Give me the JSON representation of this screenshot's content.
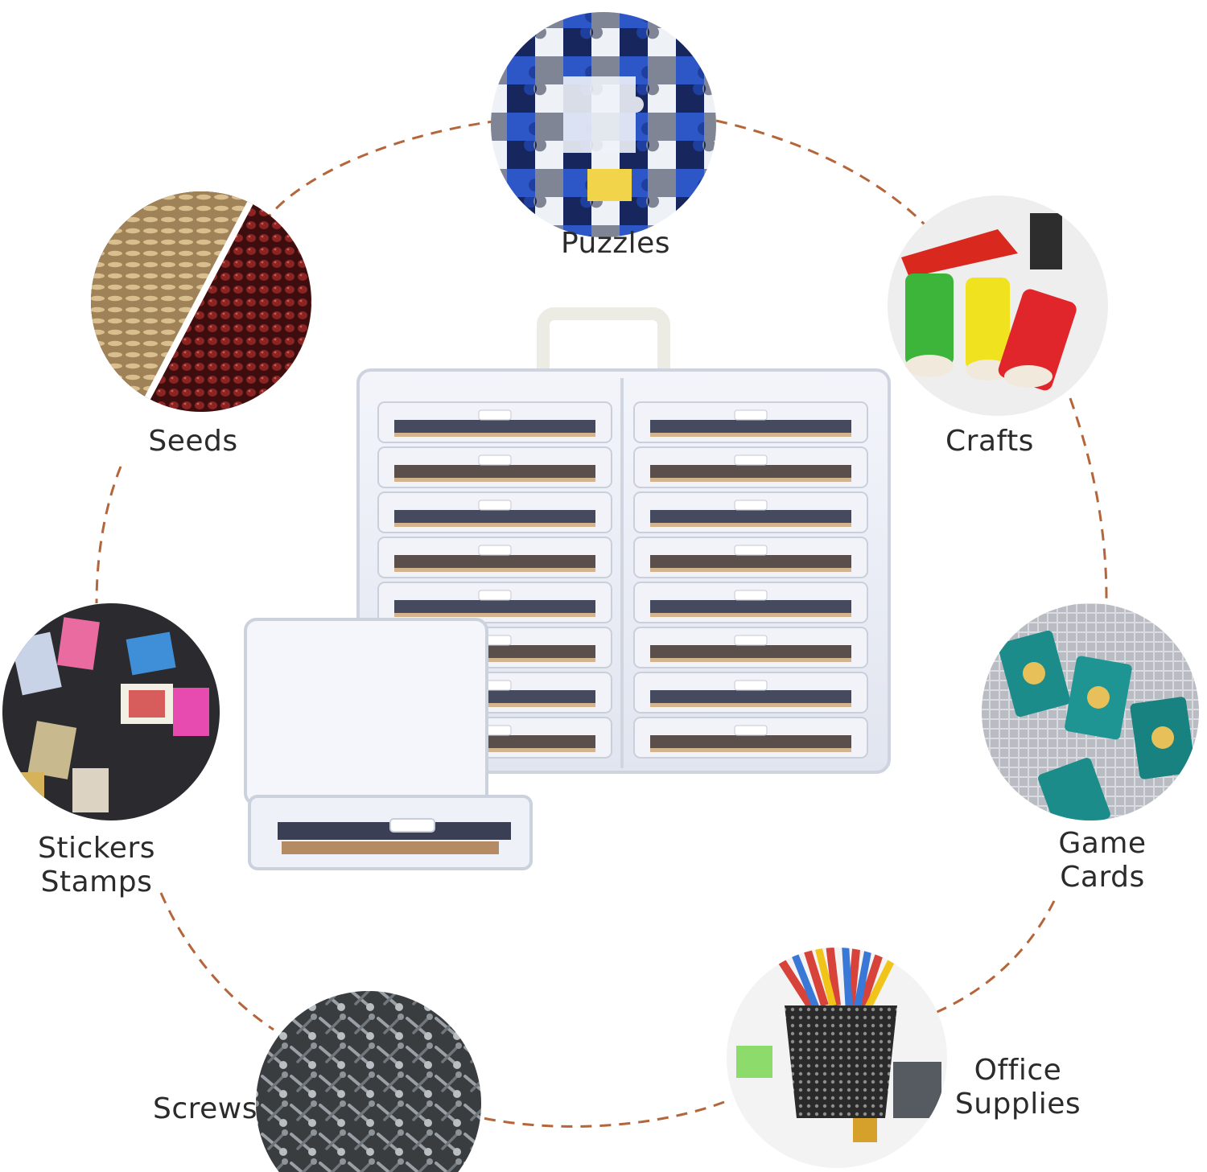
{
  "ring": {
    "color": "#b5653a"
  },
  "items": [
    {
      "id": "puzzles",
      "lines": [
        "Puzzles"
      ],
      "icon": "puzzle-pieces-photo"
    },
    {
      "id": "crafts",
      "lines": [
        "Crafts"
      ],
      "icon": "thread-spools-photo"
    },
    {
      "id": "game-cards",
      "lines": [
        "Game",
        "Cards"
      ],
      "icon": "game-cards-photo"
    },
    {
      "id": "office-supplies",
      "lines": [
        "Office",
        "Supplies"
      ],
      "icon": "pencil-cup-photo"
    },
    {
      "id": "screws",
      "lines": [
        "Screws"
      ],
      "icon": "screws-pile-photo"
    },
    {
      "id": "stickers-stamps",
      "lines": [
        "Stickers",
        "Stamps"
      ],
      "icon": "stamps-photo"
    },
    {
      "id": "seeds",
      "lines": [
        "Seeds"
      ],
      "icon": "seeds-photo"
    }
  ],
  "product": {
    "name": "clear photo storage case",
    "inner_box_count": 16
  }
}
